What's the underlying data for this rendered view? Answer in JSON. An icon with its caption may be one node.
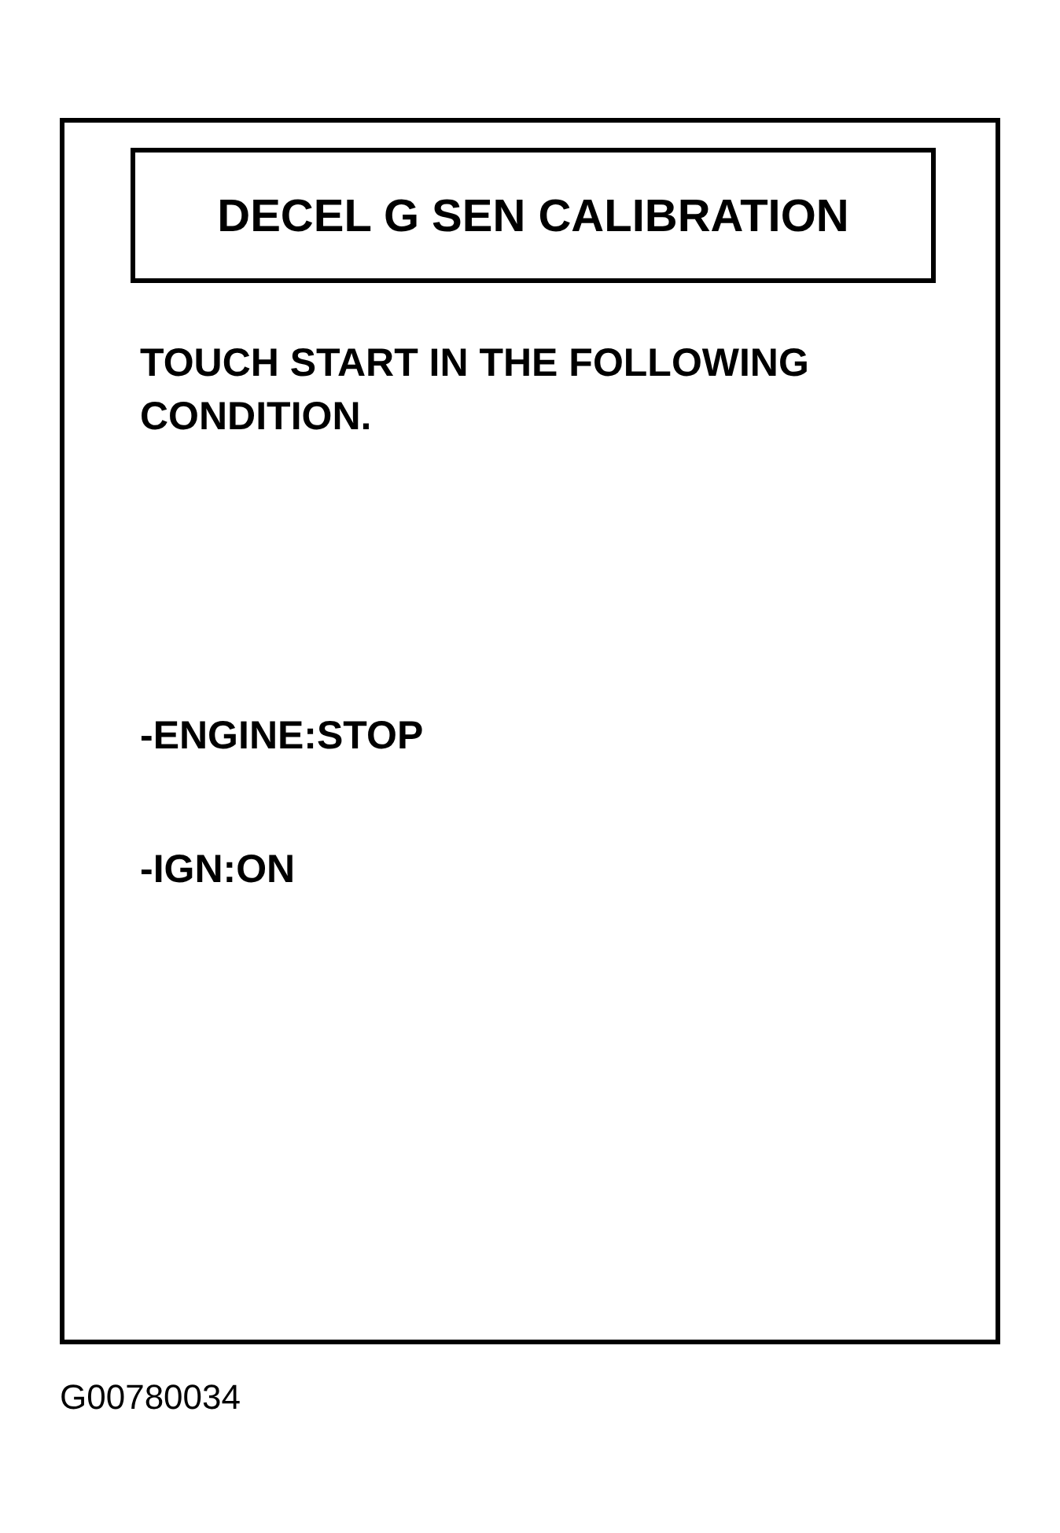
{
  "diagram": {
    "nodes": [
      {
        "text": [
          "TOUCH START IN THE FOLLOWING CONDITION.",
          "-ENGINE:STOP",
          "-IGN:ON"
        ]
      },
      {
        "text": [
          "DECEL G SEN CALIBRATION"
        ],
        "in": 0
      }
    ],
    "labels": [
      "G00780034"
    ]
  }
}
